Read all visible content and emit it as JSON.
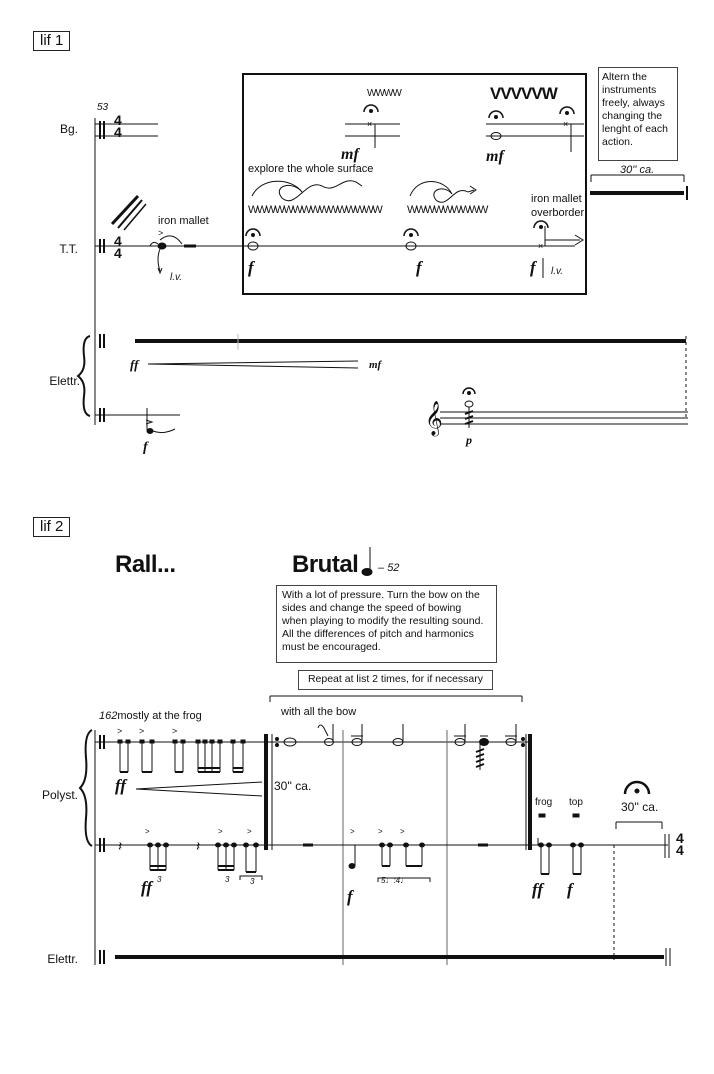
{
  "section1": {
    "label": "lif 1",
    "measure_number": "53",
    "instruments": {
      "bg": "Bg.",
      "tt": "T.T.",
      "elettr": "Elettr."
    },
    "time_sig_top": "4",
    "time_sig_bottom": "4",
    "iron_mallet_label": "iron mallet",
    "lv1": "l.v.",
    "box": {
      "explore": "explore the whole surface",
      "iron_mallet_overborder_1": "iron mallet",
      "iron_mallet_overborder_2": "overborder",
      "lv2": "l.v.",
      "dyn_mf_1": "mf",
      "dyn_mf_2": "mf",
      "dyn_f_1": "f",
      "dyn_f_2": "f",
      "dyn_f_3": "f",
      "wave_small": "WWWW",
      "wave_big": "VVVVVW",
      "wave_long": "WWWWWWWWWWWWWWW",
      "wave_mid": "WWWWWWWWW"
    },
    "alternate_note": [
      "Altern the",
      "instruments",
      "freely, always",
      "changing the",
      "lenght of each",
      "action."
    ],
    "duration": "30'' ca.",
    "dyn_ff": "ff",
    "dyn_mf_elettr": "mf",
    "dyn_f_elettr": "f",
    "dyn_p": "p"
  },
  "section2": {
    "label": "lif 2",
    "rall": "Rall...",
    "brutal": "Brutal",
    "tempo_value": "52",
    "note_text": [
      "With a lot of pressure. Turn the bow on the",
      "sides and change the speed of bowing",
      "when playing to modify the resulting sound.",
      "All the differences of pitch and harmonics",
      "must be encouraged."
    ],
    "repeat_text": "Repeat at list 2 times, for if necessary",
    "with_all_bow": "with all the bow",
    "measure_number": "162",
    "mostly_frog": "mostly at the frog",
    "instruments": {
      "polyst": "Polyst.",
      "elettr": "Elettr."
    },
    "duration_1": "30'' ca.",
    "duration_2": "30'' ca.",
    "frog": "frog",
    "top": "top",
    "dyn_ff_1": "ff",
    "dyn_ff_2": "ff",
    "dyn_f_1": "f",
    "dyn_ff_3": "ff",
    "dyn_f_2": "f",
    "tuplet_3a": "3",
    "tuplet_3b": "3",
    "tuplet_3c": "3",
    "tuplet_54": "5♩:4♩",
    "time_sig_top": "4",
    "time_sig_bottom": "4"
  }
}
